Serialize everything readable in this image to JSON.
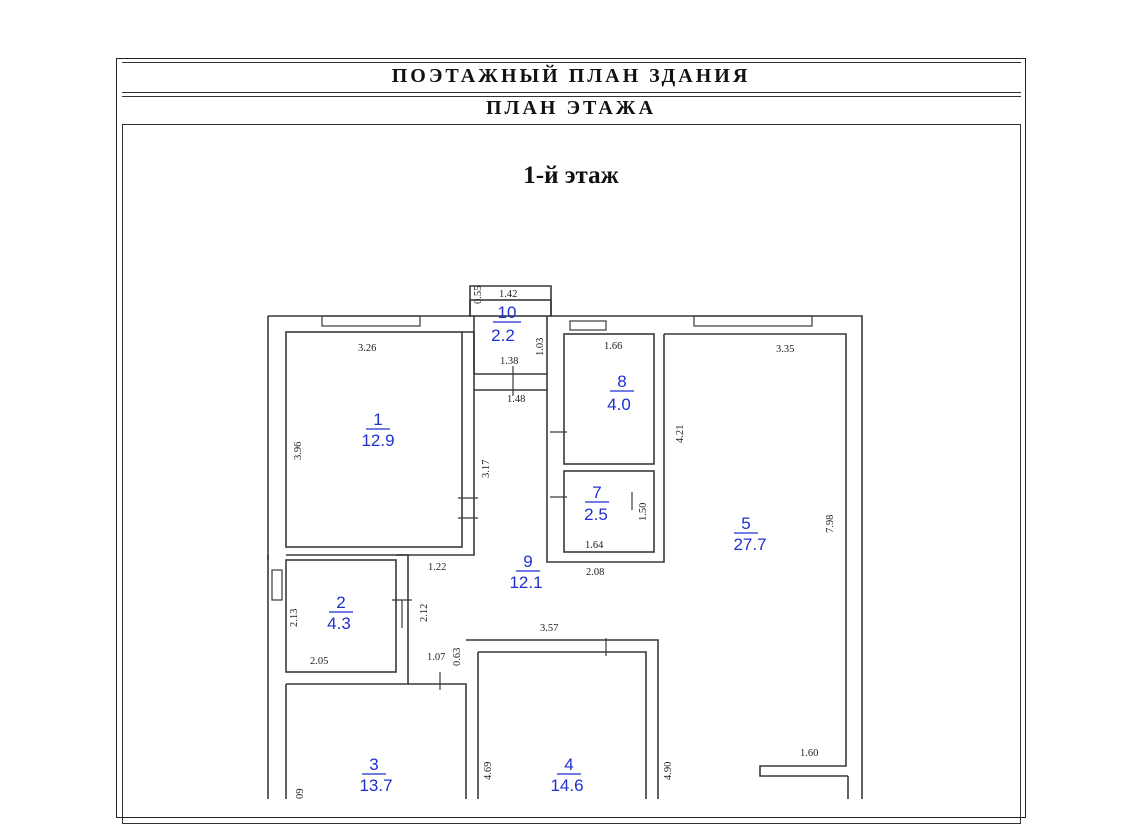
{
  "header": {
    "title": "ПОЭТАЖНЫЙ ПЛАН ЗДАНИЯ",
    "subtitle": "ПЛАН ЭТАЖА",
    "floor": "1-й этаж"
  },
  "rooms": [
    {
      "id": "1",
      "num": "1",
      "area": "12.9"
    },
    {
      "id": "2",
      "num": "2",
      "area": "4.3"
    },
    {
      "id": "3",
      "num": "3",
      "area": "13.7"
    },
    {
      "id": "4",
      "num": "4",
      "area": "14.6"
    },
    {
      "id": "5",
      "num": "5",
      "area": "27.7"
    },
    {
      "id": "7",
      "num": "7",
      "area": "2.5"
    },
    {
      "id": "8",
      "num": "8",
      "area": "4.0"
    },
    {
      "id": "9",
      "num": "9",
      "area": "12.1"
    },
    {
      "id": "10",
      "num": "10",
      "area": "2.2"
    }
  ],
  "dimensions": {
    "d_0_55": "0.55",
    "d_1_42": "1.42",
    "d_1_03": "1.03",
    "d_1_38": "1.38",
    "d_1_48": "1.48",
    "d_3_26": "3.26",
    "d_3_96": "3.96",
    "d_3_17": "3.17",
    "d_1_66": "1.66",
    "d_4_21": "4.21",
    "d_3_35": "3.35",
    "d_1_50": "1.50",
    "d_1_64": "1.64",
    "d_2_08": "2.08",
    "d_7_98": "7.98",
    "d_1_22": "1.22",
    "d_2_13": "2.13",
    "d_2_12": "2.12",
    "d_2_05": "2.05",
    "d_3_57": "3.57",
    "d_1_07": "1.07",
    "d_0_63": "0.63",
    "d_4_69": "4.69",
    "d_4_90": "4.90",
    "d_1_60": "1.60",
    "d_09": "09"
  }
}
